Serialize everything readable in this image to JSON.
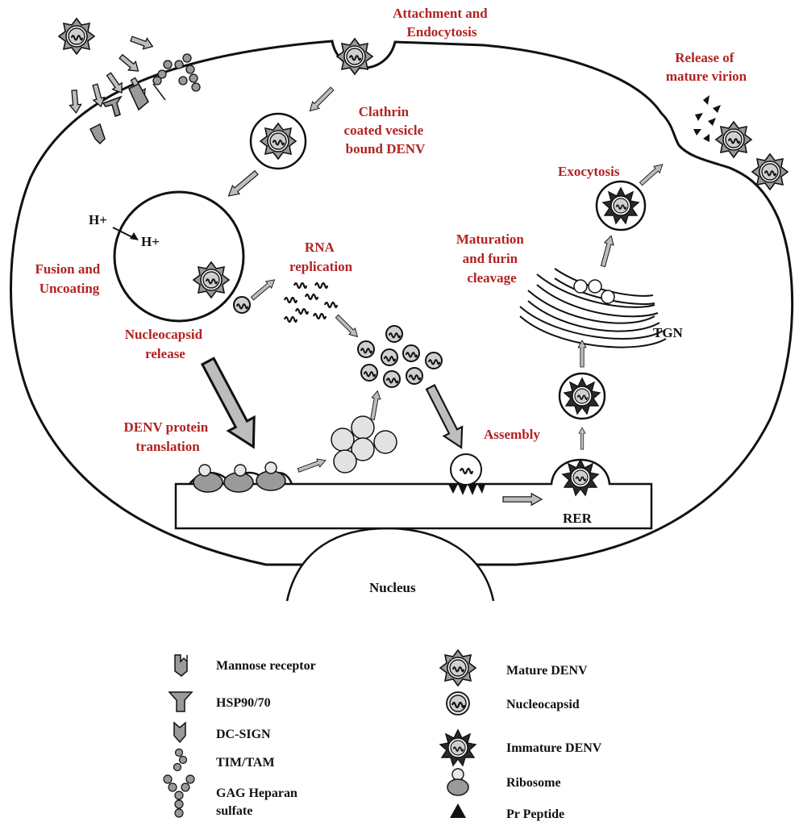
{
  "colors": {
    "step_label": "#b22222",
    "outline": "#111111",
    "gray_fill": "#9a9a9a",
    "light_fill": "#d6d6d6",
    "background": "#ffffff"
  },
  "steps": {
    "attachment": [
      "Attachment and",
      "Endocytosis"
    ],
    "clathrin": [
      "Clathrin",
      "coated vesicle",
      "bound DENV"
    ],
    "fusion": [
      "Fusion and",
      "Uncoating"
    ],
    "nucleocapsid_release": [
      "Nucleocapsid",
      "release"
    ],
    "rna_replication": [
      "RNA",
      "replication"
    ],
    "translation": [
      "DENV protein",
      "translation"
    ],
    "assembly": "Assembly",
    "maturation": [
      "Maturation",
      "and furin",
      "cleavage"
    ],
    "exocytosis": "Exocytosis",
    "release": [
      "Release of",
      "mature virion"
    ]
  },
  "labels": {
    "h_plus_outside": "H+",
    "h_plus_inside": "H+",
    "rer": "RER",
    "tgn": "TGN",
    "nucleus": "Nucleus"
  },
  "legend": {
    "left": [
      {
        "icon": "mannose-receptor-icon",
        "label": "Mannose receptor"
      },
      {
        "icon": "hsp90-icon",
        "label": "HSP90/70"
      },
      {
        "icon": "dc-sign-icon",
        "label": "DC-SIGN"
      },
      {
        "icon": "tim-tam-icon",
        "label": "TIM/TAM"
      },
      {
        "icon": "gag-heparan-icon",
        "label": "GAG Heparan"
      }
    ],
    "left_extra": "sulfate",
    "right": [
      {
        "icon": "mature-denv-icon",
        "label": "Mature DENV"
      },
      {
        "icon": "nucleocapsid-icon",
        "label": "Nucleocapsid"
      },
      {
        "icon": "immature-denv-icon",
        "label": "Immature DENV"
      },
      {
        "icon": "ribosome-icon",
        "label": "Ribosome"
      },
      {
        "icon": "pr-peptide-icon",
        "label": "Pr Peptide"
      }
    ]
  }
}
